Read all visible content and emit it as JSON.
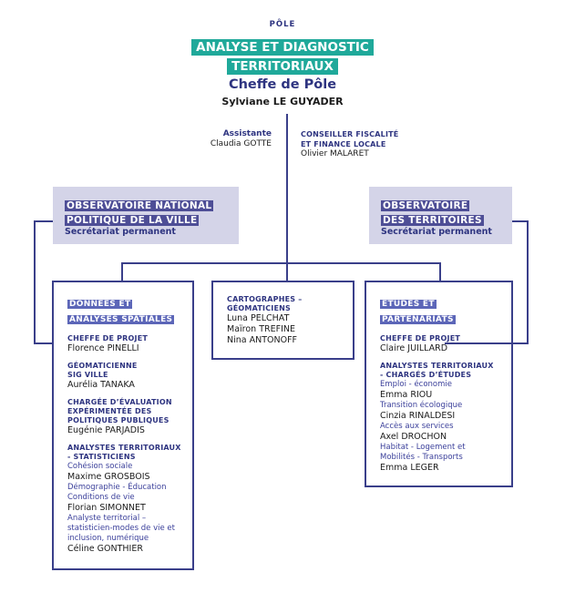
{
  "header": {
    "pole_label": "PÔLE",
    "pole_title_line1": "ANALYSE ET DIAGNOSTIC",
    "pole_title_line2": "TERRITORIAUX",
    "chief_title": "Cheffe de Pôle",
    "chief_name": "Sylviane LE GUYADER"
  },
  "assistant": {
    "role": "Assistante",
    "name": "Claudia GOTTE"
  },
  "advisor": {
    "role_line1": "CONSEILLER FISCALITÉ",
    "role_line2": "ET FINANCE LOCALE",
    "name": "Olivier MALARET"
  },
  "observatories": [
    {
      "title_line1": "OBSERVATOIRE NATIONAL",
      "title_line2": "POLITIQUE DE LA VILLE",
      "subtitle": "Secrétariat permanent"
    },
    {
      "title_line1": "OBSERVATOIRE",
      "title_line2": "DES TERRITOIRES",
      "subtitle": "Secrétariat permanent"
    }
  ],
  "units": {
    "donnees": {
      "title_line1": "DONNÉES ET",
      "title_line2": "ANALYSES SPATIALES",
      "groups": [
        {
          "role": [
            "CHEFFE DE PROJET"
          ],
          "members": [
            {
              "name": "Florence PINELLI"
            }
          ]
        },
        {
          "role": [
            "GÉOMATICIENNE",
            "SIG VILLE"
          ],
          "members": [
            {
              "name": "Aurélia TANAKA"
            }
          ]
        },
        {
          "role": [
            "CHARGÉE D’ÉVALUATION",
            "EXPÉRIMENTÉE DES",
            "POLITIQUES PUBLIQUES"
          ],
          "members": [
            {
              "name": "Eugénie PARJADIS"
            }
          ]
        },
        {
          "role": [
            "ANALYSTES TERRITORIAUX",
            "- STATISTICIENS"
          ],
          "members": [
            {
              "specialty": [
                "Cohésion sociale"
              ],
              "name": "Maxime GROSBOIS"
            },
            {
              "specialty": [
                "Démographie - Éducation",
                "Conditions de vie"
              ],
              "name": "Florian SIMONNET"
            },
            {
              "specialty": [
                "Analyste territorial –",
                "statisticien-modes de vie et",
                "inclusion, numérique"
              ],
              "name": "Céline GONTHIER"
            }
          ]
        }
      ]
    },
    "cartographes": {
      "role_line1": "CARTOGRAPHES –",
      "role_line2": "GÉOMATICIENS",
      "members": [
        "Luna PELCHAT",
        "Maïron TREFINE",
        "Nina ANTONOFF"
      ]
    },
    "etudes": {
      "title_line1": "ÉTUDES ET",
      "title_line2": "PARTENARIATS",
      "groups": [
        {
          "role": [
            "CHEFFE DE PROJET"
          ],
          "members": [
            {
              "name": "Claire JUILLARD"
            }
          ]
        },
        {
          "role": [
            "ANALYSTES TERRITORIAUX",
            "- CHARGÉS D’ÉTUDES"
          ],
          "members": [
            {
              "specialty": [
                "Emploi - économie"
              ],
              "name": "Emma RIOU"
            },
            {
              "specialty": [
                "Transition écologique"
              ],
              "name": "Cinzia RINALDESI"
            },
            {
              "specialty": [
                "Accès aux services"
              ],
              "name": "Axel DROCHON"
            },
            {
              "specialty": [
                "Habitat - Logement et",
                "Mobilités - Transports"
              ],
              "name": "Emma LEGER"
            }
          ]
        }
      ]
    }
  },
  "colors": {
    "accent_teal": "#1fa99a",
    "navy": "#2e3480",
    "line": "#3a3f8a",
    "obs_bg": "#d4d4e8",
    "obs_label_bg": "#4e4e96",
    "unit_label_bg": "#5c66b8"
  }
}
